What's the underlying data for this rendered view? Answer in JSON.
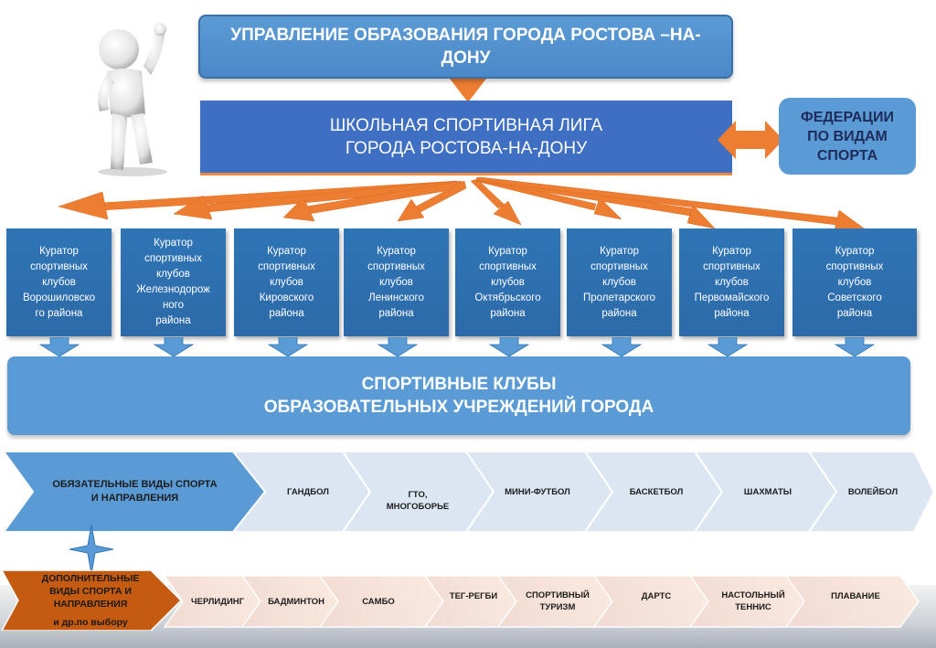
{
  "top": {
    "title_line1": "УПРАВЛЕНИЕ ОБРАЗОВАНИЯ ГОРОДА РОСТОВА –НА-",
    "title_line2": "ДОНУ"
  },
  "league": {
    "line1": "ШКОЛЬНАЯ СПОРТИВНАЯ ЛИГА",
    "line2": "ГОРОДА РОСТОВА-НА-ДОНУ"
  },
  "federation": {
    "line1": "ФЕДЕРАЦИИ",
    "line2": "ПО ВИДАМ",
    "line3": "СПОРТА"
  },
  "curators": [
    {
      "lines": [
        "Куратор",
        "спортивных",
        "клубов",
        "Ворошиловско",
        "го района"
      ]
    },
    {
      "lines": [
        "Куратор",
        "спортивных",
        "клубов",
        "Железнодорож",
        "ного",
        "района"
      ]
    },
    {
      "lines": [
        "Куратор",
        "спортивных",
        "клубов",
        "Кировского",
        "района"
      ]
    },
    {
      "lines": [
        "Куратор",
        "спортивных",
        "клубов",
        "Ленинского",
        "района"
      ]
    },
    {
      "lines": [
        "Куратор",
        "спортивных",
        "клубов",
        "Октябрьского",
        "района"
      ]
    },
    {
      "lines": [
        "Куратор",
        "спортивных",
        "клубов",
        "Пролетарского",
        "района"
      ]
    },
    {
      "lines": [
        "Куратор",
        "спортивных",
        "клубов",
        "Первомайского",
        "района"
      ]
    },
    {
      "lines": [
        "Куратор",
        "спортивных",
        "клубов",
        "Советского",
        "района"
      ]
    }
  ],
  "clubs": {
    "line1": "СПОРТИВНЫЕ КЛУБЫ",
    "line2": "ОБРАЗОВАТЕЛЬНЫХ УЧРЕЖДЕНИЙ ГОРОДА"
  },
  "mandatory": {
    "head_line1": "ОБЯЗАТЕЛЬНЫЕ ВИДЫ СПОРТА",
    "head_line2": "И НАПРАВЛЕНИЯ",
    "items": [
      {
        "lines": [
          "ГАНДБОЛ"
        ]
      },
      {
        "lines": [
          "ГТО,",
          "МНОГОБОРЬЕ"
        ]
      },
      {
        "lines": [
          "МИНИ-ФУТБОЛ"
        ]
      },
      {
        "lines": [
          "БАСКЕТБОЛ"
        ]
      },
      {
        "lines": [
          "ШАХМАТЫ"
        ]
      },
      {
        "lines": [
          "ВОЛЕЙБОЛ"
        ]
      }
    ]
  },
  "additional": {
    "head_line1": "ДОПОЛНИТЕЛЬНЫЕ",
    "head_line2": "ВИДЫ СПОРТА И",
    "head_line3": "НАПРАВЛЕНИЯ",
    "head_line4": "и др.по выбору",
    "items": [
      {
        "lines": [
          "ЧЕРЛИДИНГ"
        ]
      },
      {
        "lines": [
          "БАДМИНТОН"
        ]
      },
      {
        "lines": [
          "САМБО"
        ]
      },
      {
        "lines": [
          "ТЕГ-РЕГБИ"
        ]
      },
      {
        "lines": [
          "СПОРТИВНЫЙ",
          "ТУРИЗМ"
        ]
      },
      {
        "lines": [
          "ДАРТС"
        ]
      },
      {
        "lines": [
          "НАСТОЛЬНЫЙ",
          "ТЕННИС"
        ]
      },
      {
        "lines": [
          "ПЛАВАНИЕ"
        ]
      }
    ]
  },
  "colors": {
    "primary_blue": "#5b9bd5",
    "dark_blue": "#2e75b6",
    "league_blue": "#3e6fc2",
    "orange": "#ed7d31",
    "burnt_orange": "#c55a11",
    "light_chevron": "#dce6f2"
  },
  "icons": {
    "figure": "3d-person-icon",
    "star": "four-point-star-icon"
  }
}
